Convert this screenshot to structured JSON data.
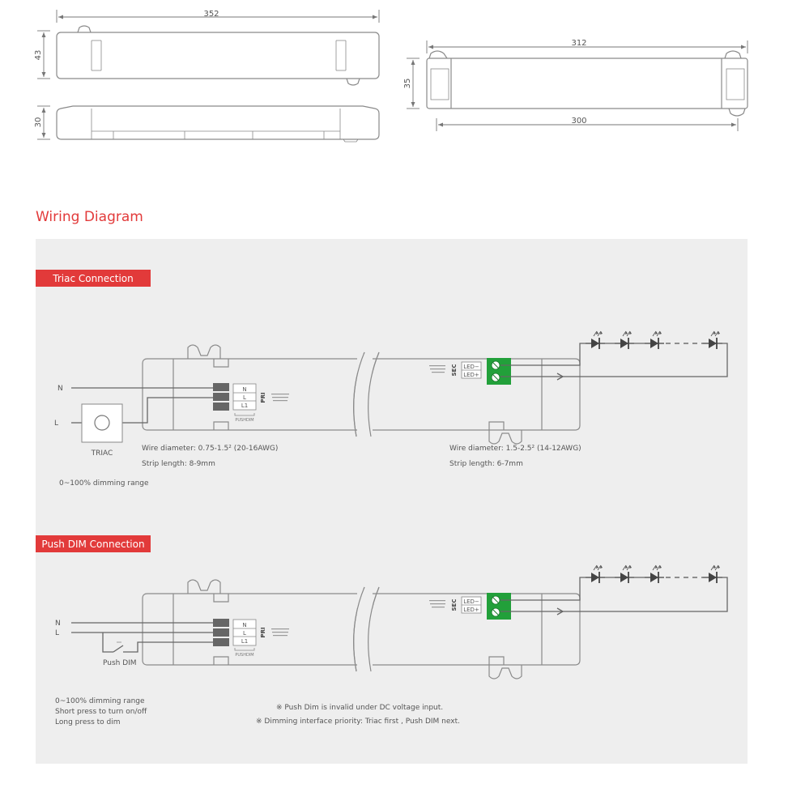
{
  "dimensions": {
    "top_length": "352",
    "top_height": "43",
    "side_height": "30",
    "right_length": "312",
    "right_height": "35",
    "right_inner_length": "300"
  },
  "wiring": {
    "title": "Wiring Diagram",
    "triac": {
      "badge": "Triac Connection",
      "input_n": "N",
      "input_l": "L",
      "triac_label": "TRIAC",
      "range": "0~100% dimming range"
    },
    "push": {
      "badge": "Push DIM Connection",
      "input_n": "N",
      "input_l": "L",
      "push_label": "Push DIM",
      "notes": [
        "0~100% dimming range",
        "Short press to turn on/off",
        "Long press to dim"
      ],
      "footnotes": [
        "※  Push Dim is invalid under DC voltage input.",
        "※  Dimming interface priority: Triac first , Push DIM next."
      ]
    },
    "wire_primary": "Wire diameter: 0.75-1.5² (20-16AWG)",
    "strip_primary": "Strip length: 8-9mm",
    "wire_secondary": "Wire diameter: 1.5-2.5² (14-12AWG)",
    "strip_secondary": "Strip length: 6-7mm",
    "pri_terminals": [
      "N",
      "L",
      "L1"
    ],
    "pri_label": "PRI",
    "pushdim_label": "PUSHDIM",
    "sec_label": "SEC",
    "sec_terminals": [
      "LED−",
      "LED+"
    ]
  },
  "colors": {
    "accent_red": "#e23a3a",
    "panel_bg": "#eeeeee",
    "terminal_green": "#22a03a"
  }
}
